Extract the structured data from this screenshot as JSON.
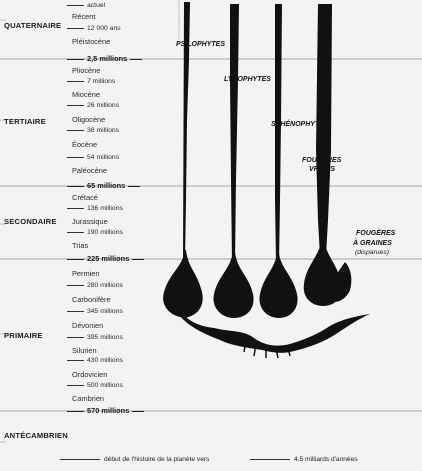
{
  "eras": {
    "quaternaire": "QUATERNAIRE",
    "tertiaire": "TERTIAIRE",
    "secondaire": "SECONDAIRE",
    "primaire": "PRIMAIRE",
    "antecambrien": "ANTÉCAMBRIEN"
  },
  "periods": {
    "actuel": "actuel",
    "recent": "Récent",
    "pleistocene": "Pléistocène",
    "pliocene": "Pliocène",
    "miocene": "Miocène",
    "oligocene": "Oligocène",
    "eocene": "Éocène",
    "paleocene": "Paléocène",
    "cretace": "Crétacé",
    "jurassique": "Jurassique",
    "trias": "Trias",
    "permien": "Permien",
    "carbonifere": "Carbonifère",
    "devonien": "Dévonien",
    "silurien": "Silurien",
    "ordovicien": "Ordovicien",
    "cambrien": "Cambrien"
  },
  "ages": {
    "a12000": "12 000 ans",
    "a2_5": "2,5 millions",
    "a7": "7 millions",
    "a26": "26 millions",
    "a38": "38 millions",
    "a54": "54 millions",
    "a65": "65 millions",
    "a136": "136 millions",
    "a190": "190 millions",
    "a225": "225 millions",
    "a280": "280 millions",
    "a345": "345 millions",
    "a395": "395 millions",
    "a430": "430 millions",
    "a500": "500 millions",
    "a570": "570 millions"
  },
  "plants": {
    "psilophytes": "PSILOPHYTES",
    "lycophytes": "LYCOPHYTES",
    "sphenophytes": "SPHÉNOPHYTES",
    "fougeres_vraies_1": "FOUGÈRES",
    "fougeres_vraies_2": "VRAIES",
    "fougeres_graines_1": "FOUGÈRES",
    "fougeres_graines_2": "À GRAINES",
    "disparues": "(disparues)"
  },
  "footer": {
    "debut": "début de l'histoire de la planète vers",
    "age": "4,5 milliards d'années"
  },
  "colors": {
    "ink": "#111111",
    "paper": "#f3f3f1",
    "line": "#8a8a8a"
  }
}
